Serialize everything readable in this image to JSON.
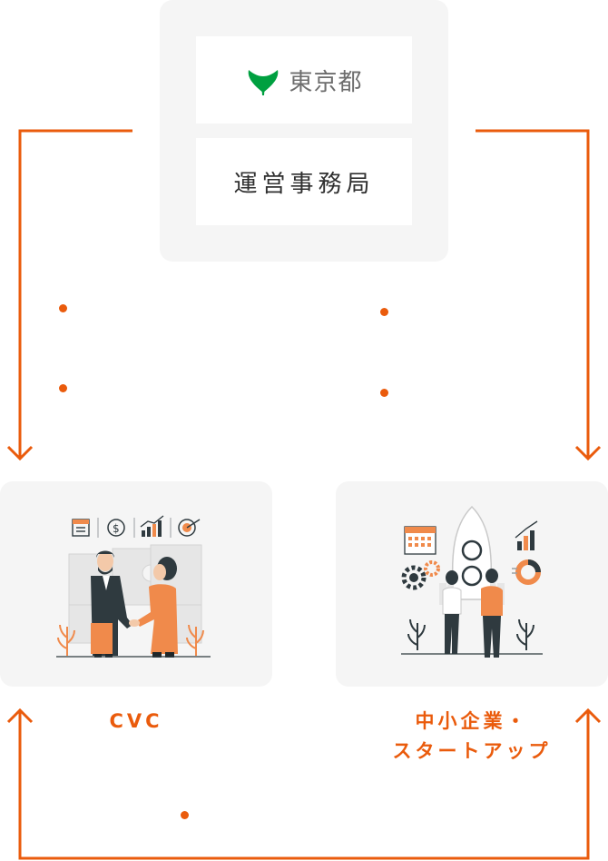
{
  "organizer": {
    "logo_text": "東京都",
    "office_text": "運営事務局"
  },
  "left_card": {
    "label": "CVC"
  },
  "right_card": {
    "label_line1": "中小企業・",
    "label_line2": "スタートアップ"
  },
  "colors": {
    "accent": "#ea5b0c",
    "logo_green": "#00a040",
    "panel_bg": "#f5f5f5",
    "dark": "#2f3a3f"
  },
  "icons": [
    "tokyo-ginkgo-logo-icon",
    "down-arrow-icon",
    "up-arrow-icon",
    "handshake-illustration",
    "rocket-startup-illustration"
  ]
}
